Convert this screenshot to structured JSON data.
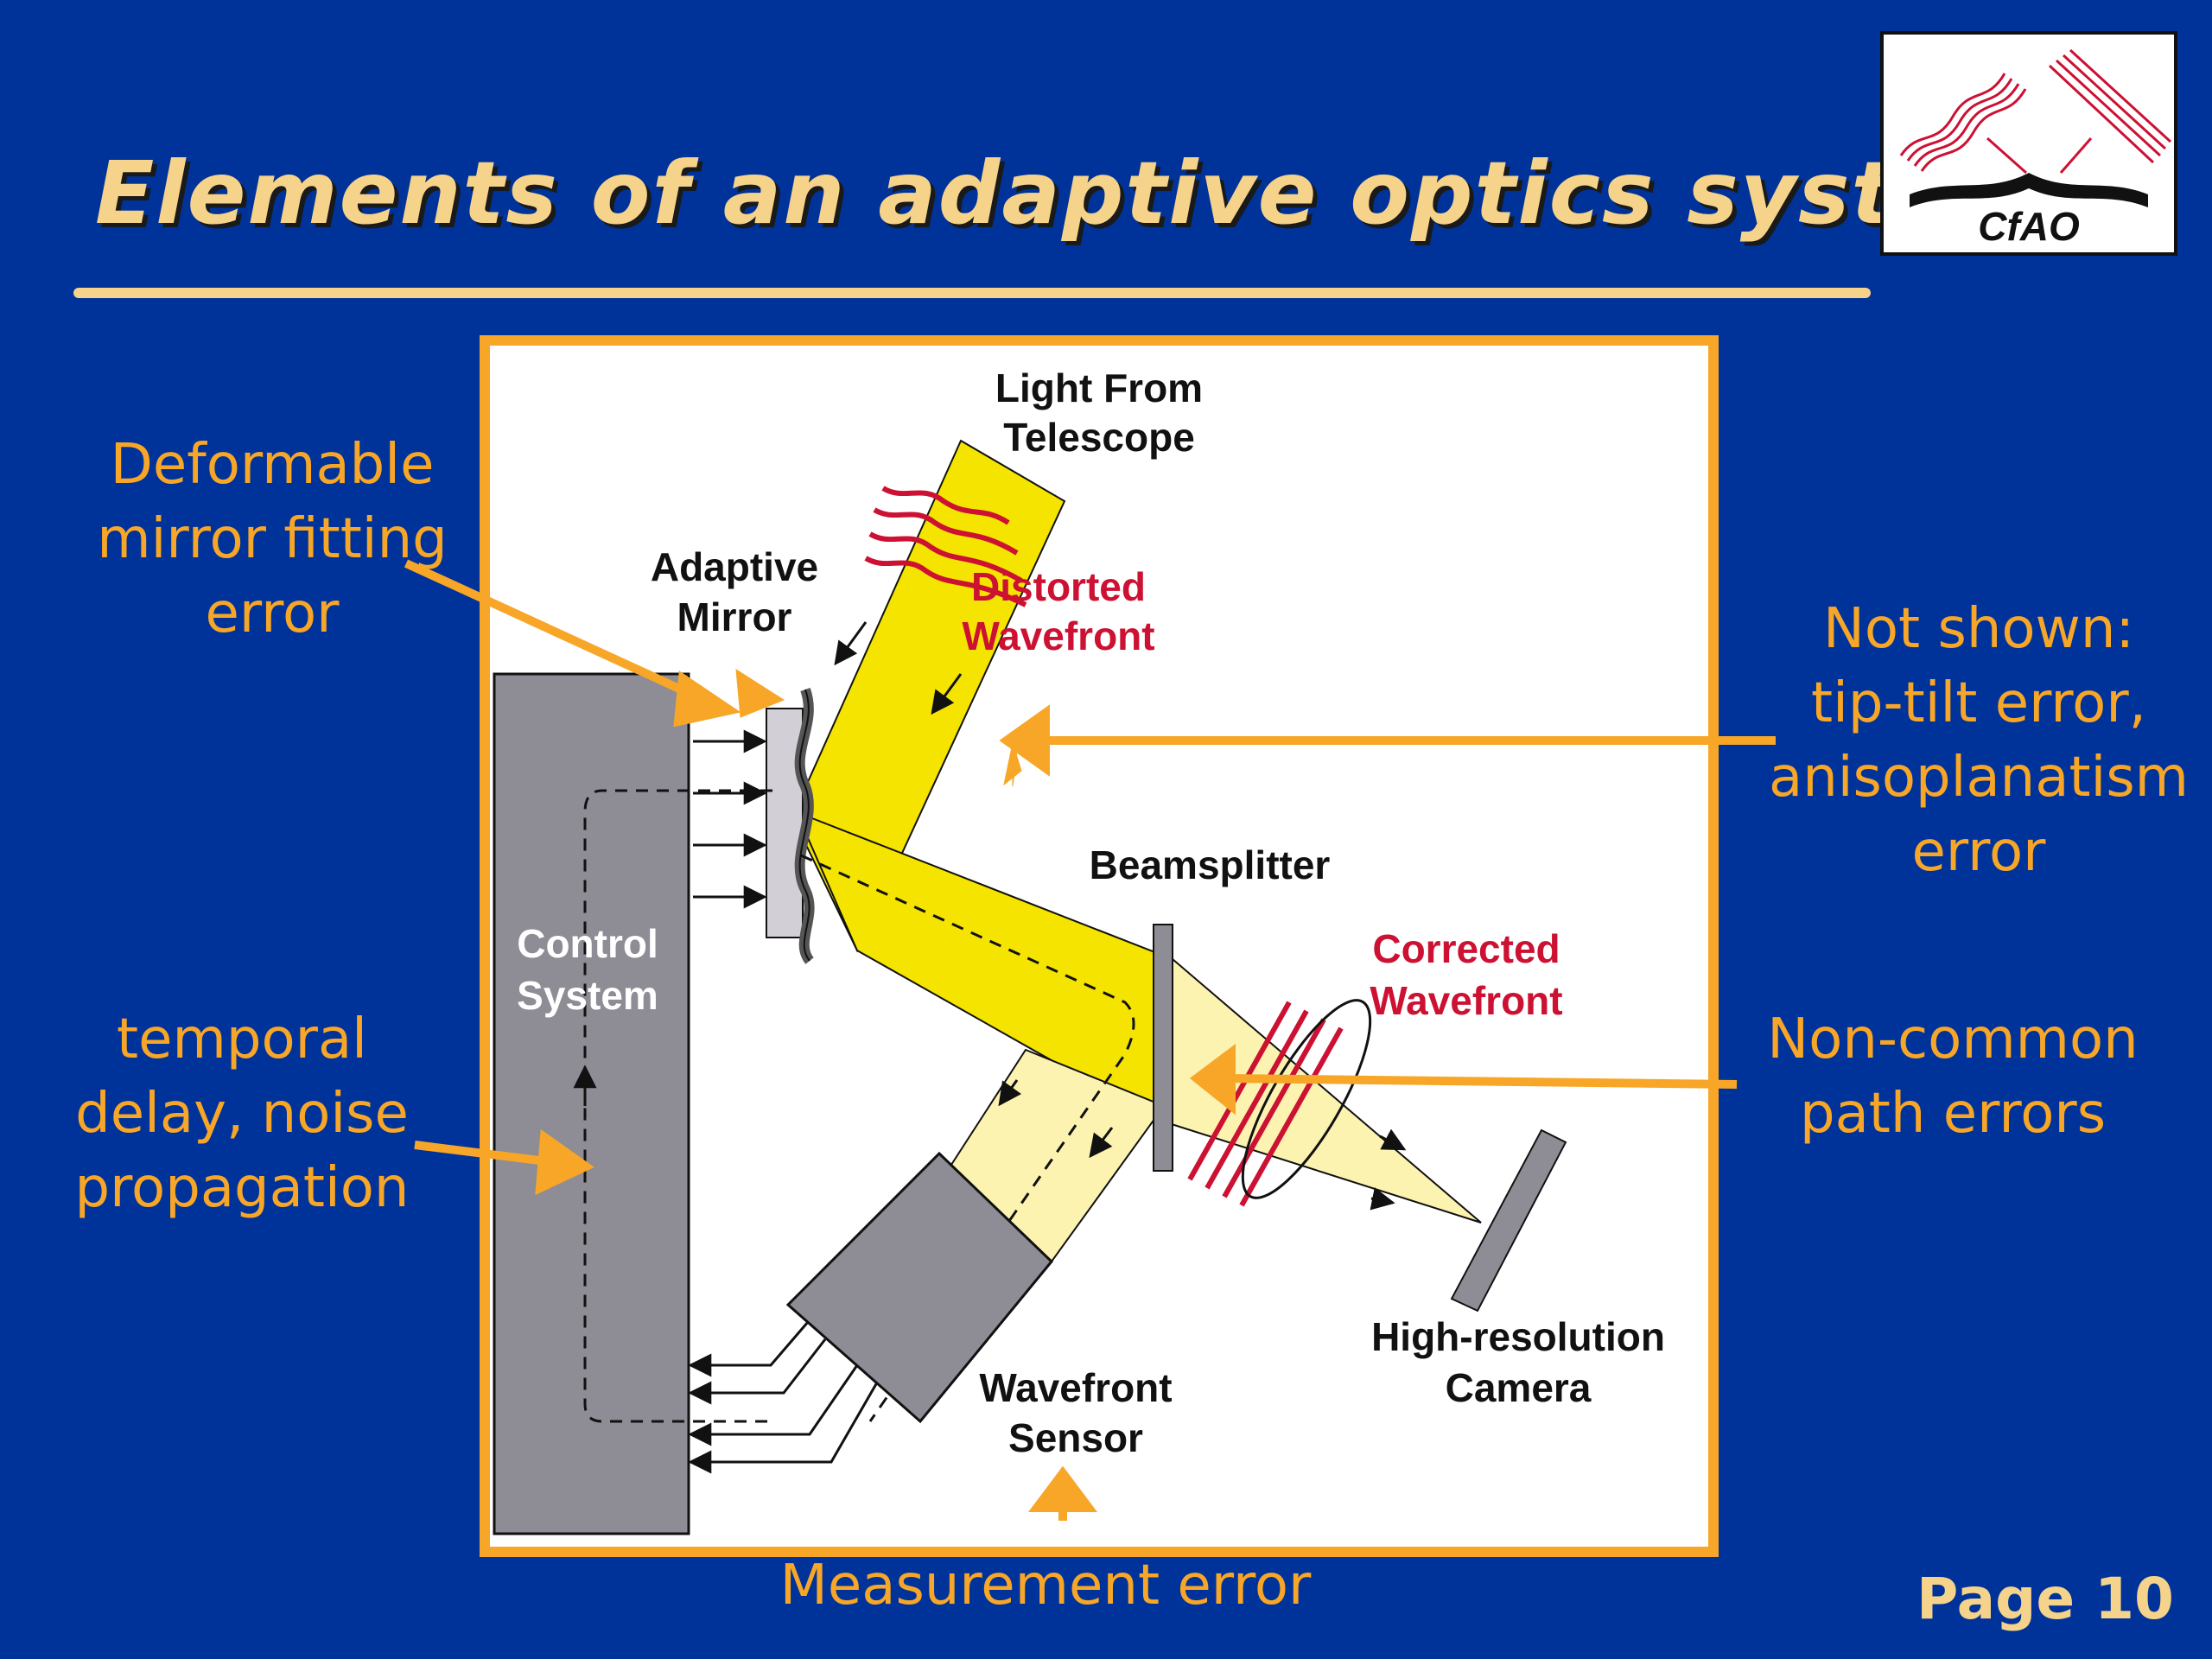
{
  "slide": {
    "title": "Elements of an adaptive optics system",
    "page": "Page 10",
    "logo_text": "CfAO"
  },
  "callouts": {
    "deformable": [
      "Deformable",
      "mirror fitting",
      "error"
    ],
    "not_shown": [
      "Not shown:",
      "tip-tilt error,",
      "anisoplanatism",
      "error"
    ],
    "temporal": [
      "temporal",
      "delay, noise",
      "propagation"
    ],
    "non_common": [
      "Non-common",
      "path errors"
    ],
    "measurement": "Measurement error"
  },
  "diagram": {
    "light_from": [
      "Light From",
      "Telescope"
    ],
    "distorted": [
      "Distorted",
      "Wavefront"
    ],
    "adaptive_mirror": [
      "Adaptive",
      "Mirror"
    ],
    "beamsplitter": "Beamsplitter",
    "corrected": [
      "Corrected",
      "Wavefront"
    ],
    "control_system": [
      "Control",
      "System"
    ],
    "camera": [
      "High-resolution",
      "Camera"
    ],
    "wavefront_sensor": [
      "Wavefront",
      "Sensor"
    ]
  },
  "colors": {
    "background": "#003399",
    "title": "#F6D38A",
    "accent_orange": "#F7A628",
    "beam_yellow": "#F5E400",
    "beam_pale": "#FDF3B0",
    "wavefront_red": "#CC1133",
    "device_gray": "#8E8C94"
  }
}
